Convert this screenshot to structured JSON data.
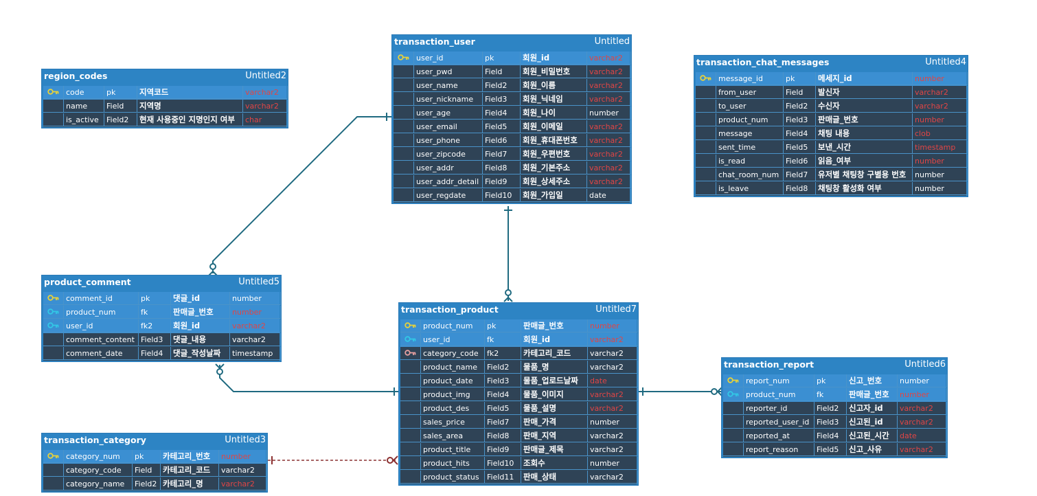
{
  "colors": {
    "header_bg": "#2d84c4",
    "row_bg": "#2f4356",
    "key_row_bg": "#3b8fd2",
    "varchar_red": "#e14545",
    "pk_key": "#e8d23a",
    "fk_key": "#32c8e6",
    "fk_plain": "#e8a0a0",
    "link": "#1f6a80",
    "dashed_link": "#8c3030"
  },
  "tables": {
    "transaction_user": {
      "name": "transaction_user",
      "tag": "Untitled",
      "rows": [
        {
          "key": "pk",
          "col": "user_id",
          "kind": "pk",
          "label": "회원_id",
          "type": "varchar2",
          "red": true
        },
        {
          "key": "",
          "col": "user_pwd",
          "kind": "Field",
          "label": "회원_비밀번호",
          "type": "varchar2",
          "red": true
        },
        {
          "key": "",
          "col": "user_name",
          "kind": "Field2",
          "label": "회원_이름",
          "type": "varchar2",
          "red": true
        },
        {
          "key": "",
          "col": "user_nickname",
          "kind": "Field3",
          "label": "회원_닉네임",
          "type": "varchar2",
          "red": true
        },
        {
          "key": "",
          "col": "user_age",
          "kind": "Field4",
          "label": "회원_나이",
          "type": "number",
          "red": false
        },
        {
          "key": "",
          "col": "user_email",
          "kind": "Field5",
          "label": "회원_이메일",
          "type": "varchar2",
          "red": true
        },
        {
          "key": "",
          "col": "user_phone",
          "kind": "Field6",
          "label": "회원_휴대폰번호",
          "type": "varchar2",
          "red": true
        },
        {
          "key": "",
          "col": "user_zipcode",
          "kind": "Field7",
          "label": "회원_우편번호",
          "type": "varchar2",
          "red": true
        },
        {
          "key": "",
          "col": "user_addr",
          "kind": "Field8",
          "label": "회원_기본주소",
          "type": "varchar2",
          "red": true
        },
        {
          "key": "",
          "col": "user_addr_detail",
          "kind": "Field9",
          "label": "회원_상세주소",
          "type": "varchar2",
          "red": true
        },
        {
          "key": "",
          "col": "user_regdate",
          "kind": "Field10",
          "label": "회원_가입일",
          "type": "date",
          "red": false
        }
      ]
    },
    "region_codes": {
      "name": "region_codes",
      "tag": "Untitled2",
      "rows": [
        {
          "key": "pk",
          "col": "code",
          "kind": "pk",
          "label": "지역코드",
          "type": "varchar2",
          "red": true
        },
        {
          "key": "",
          "col": "name",
          "kind": "Field",
          "label": "지역명",
          "type": "varchar2",
          "red": true
        },
        {
          "key": "",
          "col": "is_active",
          "kind": "Field2",
          "label": "현재 사용중인 지명인지 여부",
          "type": "char",
          "red": true
        }
      ]
    },
    "transaction_chat_messages": {
      "name": "transaction_chat_messages",
      "tag": "Untitled4",
      "rows": [
        {
          "key": "pk",
          "col": "message_id",
          "kind": "pk",
          "label": "메세지_id",
          "type": "number",
          "red": true
        },
        {
          "key": "",
          "col": "from_user",
          "kind": "Field",
          "label": "발신자",
          "type": "varchar2",
          "red": true
        },
        {
          "key": "",
          "col": "to_user",
          "kind": "Field2",
          "label": "수신자",
          "type": "varchar2",
          "red": true
        },
        {
          "key": "",
          "col": "product_num",
          "kind": "Field3",
          "label": "판매글_번호",
          "type": "number",
          "red": true
        },
        {
          "key": "",
          "col": "message",
          "kind": "Field4",
          "label": "채팅 내용",
          "type": "clob",
          "red": true
        },
        {
          "key": "",
          "col": "sent_time",
          "kind": "Field5",
          "label": "보낸_시간",
          "type": "timestamp",
          "red": true
        },
        {
          "key": "",
          "col": "is_read",
          "kind": "Field6",
          "label": "읽음_여부",
          "type": "number",
          "red": true
        },
        {
          "key": "",
          "col": "chat_room_num",
          "kind": "Field7",
          "label": "유저별 채팅창 구별용 번호",
          "type": "number",
          "red": false
        },
        {
          "key": "",
          "col": "is_leave",
          "kind": "Field8",
          "label": "채팅창 활성화 여부",
          "type": "number",
          "red": false
        }
      ]
    },
    "product_comment": {
      "name": "product_comment",
      "tag": "Untitled5",
      "rows": [
        {
          "key": "pk",
          "col": "comment_id",
          "kind": "pk",
          "label": "댓글_id",
          "type": "number",
          "red": false
        },
        {
          "key": "fk",
          "col": "product_num",
          "kind": "fk",
          "label": "판매글_번호",
          "type": "number",
          "red": true
        },
        {
          "key": "fk",
          "col": "user_id",
          "kind": "fk2",
          "label": "회원_id",
          "type": "varchar2",
          "red": true
        },
        {
          "key": "",
          "col": "comment_content",
          "kind": "Field3",
          "label": "댓글_내용",
          "type": "varchar2",
          "red": false
        },
        {
          "key": "",
          "col": "comment_date",
          "kind": "Field4",
          "label": "댓글_작성날짜",
          "type": "timestamp",
          "red": false
        }
      ]
    },
    "transaction_product": {
      "name": "transaction_product",
      "tag": "Untitled7",
      "rows": [
        {
          "key": "pk",
          "col": "product_num",
          "kind": "pk",
          "label": "판매글_번호",
          "type": "number",
          "red": true
        },
        {
          "key": "fk",
          "col": "user_id",
          "kind": "fk",
          "label": "회원_id",
          "type": "varchar2",
          "red": true
        },
        {
          "key": "fkplain",
          "col": "category_code",
          "kind": "fk2",
          "label": "카테고리_코드",
          "type": "varchar2",
          "red": false
        },
        {
          "key": "",
          "col": "product_name",
          "kind": "Field2",
          "label": "물품_명",
          "type": "varchar2",
          "red": false
        },
        {
          "key": "",
          "col": "product_date",
          "kind": "Field3",
          "label": "물품_업로드날짜",
          "type": "date",
          "red": true
        },
        {
          "key": "",
          "col": "product_img",
          "kind": "Field4",
          "label": "물품_이미지",
          "type": "varchar2",
          "red": true
        },
        {
          "key": "",
          "col": "product_des",
          "kind": "Field5",
          "label": "물품_설명",
          "type": "varchar2",
          "red": true
        },
        {
          "key": "",
          "col": "sales_price",
          "kind": "Field7",
          "label": "판매_가격",
          "type": "number",
          "red": false
        },
        {
          "key": "",
          "col": "sales_area",
          "kind": "Field8",
          "label": "판매_지역",
          "type": "varchar2",
          "red": false
        },
        {
          "key": "",
          "col": "product_title",
          "kind": "Field9",
          "label": "판매글_제목",
          "type": "varchar2",
          "red": false
        },
        {
          "key": "",
          "col": "product_hits",
          "kind": "Field10",
          "label": "조회수",
          "type": "number",
          "red": false
        },
        {
          "key": "",
          "col": "product_status",
          "kind": "Field11",
          "label": "판매_상태",
          "type": "varchar2",
          "red": false
        }
      ]
    },
    "transaction_report": {
      "name": "transaction_report",
      "tag": "Untitled6",
      "rows": [
        {
          "key": "pk",
          "col": "report_num",
          "kind": "pk",
          "label": "신고_번호",
          "type": "number",
          "red": false
        },
        {
          "key": "fk",
          "col": "product_num",
          "kind": "fk",
          "label": "판매글_번호",
          "type": "number",
          "red": true
        },
        {
          "key": "",
          "col": "reporter_id",
          "kind": "Field2",
          "label": "신고자_id",
          "type": "varchar2",
          "red": true
        },
        {
          "key": "",
          "col": "reported_user_id",
          "kind": "Field3",
          "label": "신고된_id",
          "type": "varchar2",
          "red": true
        },
        {
          "key": "",
          "col": "reported_at",
          "kind": "Field4",
          "label": "신고된_시간",
          "type": "date",
          "red": true
        },
        {
          "key": "",
          "col": "report_reason",
          "kind": "Field5",
          "label": "신고_사유",
          "type": "varchar2",
          "red": true
        }
      ]
    },
    "transaction_category": {
      "name": "transaction_category",
      "tag": "Untitled3",
      "rows": [
        {
          "key": "pk",
          "col": "category_num",
          "kind": "pk",
          "label": "카테고리_번호",
          "type": "number",
          "red": true
        },
        {
          "key": "",
          "col": "category_code",
          "kind": "Field",
          "label": "카테고리_코드",
          "type": "varchar2",
          "red": false
        },
        {
          "key": "",
          "col": "category_name",
          "kind": "Field2",
          "label": "카테고리_명",
          "type": "varchar2",
          "red": true
        }
      ]
    }
  },
  "relations": [
    {
      "from": "transaction_user",
      "to": "product_comment",
      "kind": "one-to-many"
    },
    {
      "from": "transaction_user",
      "to": "transaction_product",
      "kind": "one-to-many"
    },
    {
      "from": "transaction_product",
      "to": "product_comment",
      "kind": "one-to-many"
    },
    {
      "from": "transaction_product",
      "to": "transaction_report",
      "kind": "one-to-many"
    },
    {
      "from": "transaction_category",
      "to": "transaction_product",
      "kind": "one-to-many-dashed"
    }
  ]
}
